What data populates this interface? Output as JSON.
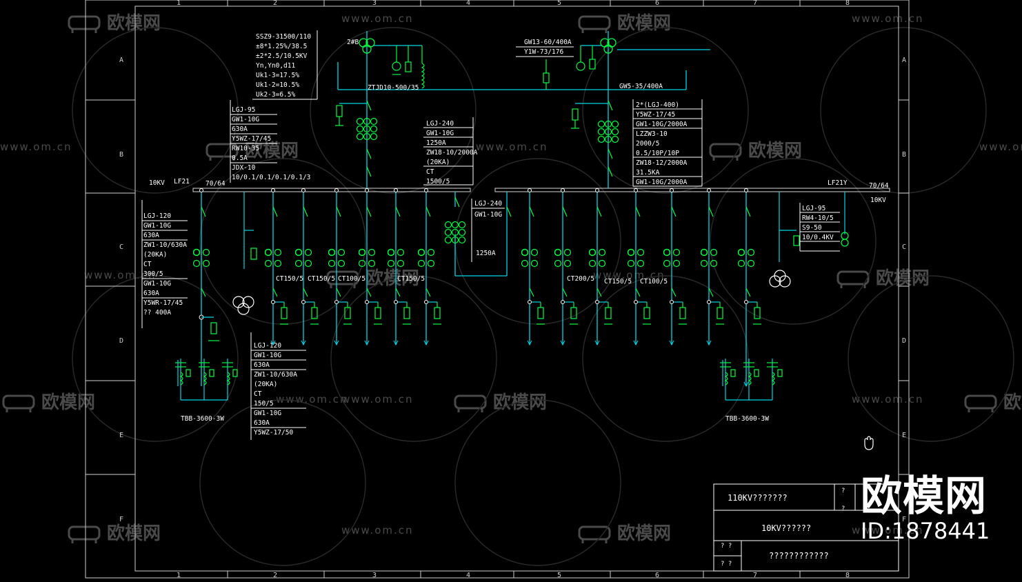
{
  "colors": {
    "background": "#000000",
    "frame": "#ffffff",
    "busline": "#00d7e6",
    "equipment": "#00ff3c",
    "labels": "#ffffff",
    "watermark": "#4a4a4a"
  },
  "border": {
    "cols": [
      "1",
      "2",
      "3",
      "4",
      "5",
      "6",
      "7",
      "8"
    ],
    "rows": [
      "A",
      "B",
      "C",
      "D",
      "E",
      "F"
    ]
  },
  "transformer_spec": [
    "SSZ9-31500/110",
    "±8*1.25%/38.5",
    "±2*2.5/10.5KV",
    "Yn,Yn0,d11",
    "Uk1-3=17.5%",
    "Uk1-2=10.5%",
    "Uk2-3=6.5%"
  ],
  "t2_label": "2#B",
  "ztjd_label": "ZTJD10-500/35",
  "gw13_spec": [
    "GW13-60/400A",
    "Y1W-73/176"
  ],
  "gw5_label": "GW5-35/400A",
  "left_incomer_spec": [
    "LGJ-95",
    "GW1-10G",
    "630A",
    "Y5WZ-17/45",
    "RW10-35",
    "0.5A",
    "JDX-10",
    "10/0.1/0.1/0.1/0.1/3"
  ],
  "center_left_spec": [
    "LGJ-240",
    "GW1-10G",
    "1250A",
    "ZW18-10/2000A",
    "(20KA)",
    "CT",
    "1500/5"
  ],
  "right_incomer_spec": [
    "2*(LGJ-400)",
    "Y5WZ-17/45",
    "GW1-10G/2000A",
    "LZZW3-10",
    "2000/5",
    "0.5/10P/10P",
    "ZW18-12/2000A",
    "31.5KA",
    "GW1-10G/2000A"
  ],
  "bus_left": {
    "voltage": "10KV",
    "name": "LF21",
    "size": "70/64"
  },
  "bus_right": {
    "name": "LF21Y",
    "size": "70/64",
    "voltage": "10KV"
  },
  "left_feeder_spec": [
    "LGJ-120",
    "GW1-10G",
    "630A",
    "ZW1-10/630A",
    "(20KA)",
    "CT",
    "300/5",
    "GW1-10G",
    "630A",
    "Y5WR-17/45",
    "??  400A"
  ],
  "left_bottom_spec": [
    "LGJ-120",
    "GW1-10G",
    "630A",
    "ZW1-10/630A",
    "(20KA)",
    "CT",
    "150/5",
    "GW1-10G",
    "630A",
    "Y5WZ-17/50"
  ],
  "tie_spec": [
    "LGJ-240",
    "GW1-10G"
  ],
  "tie_current": "1250A",
  "station_tf_spec": [
    "LGJ-95",
    "RW4-10/5",
    "S9-50",
    "10/0.4KV"
  ],
  "ct_labels_left": [
    "CT150/5",
    "CT150/5",
    "CT100/5",
    "CT150/5"
  ],
  "ct_labels_right": [
    "CT200/5",
    "CT150/5",
    "CT100/5"
  ],
  "capacitor_labels": [
    "TBB-3600-3W",
    "TBB-3600-3W"
  ],
  "title_block": {
    "line1": "110KV???????",
    "line2": "10KV??????",
    "line3": "????????????",
    "small": [
      "?",
      "?",
      "?  ?",
      "?  ?"
    ]
  },
  "watermark": {
    "brand": "欧模网",
    "site": "www.om.cn"
  },
  "brand": {
    "name": "欧模网",
    "id": "ID:1878441"
  }
}
